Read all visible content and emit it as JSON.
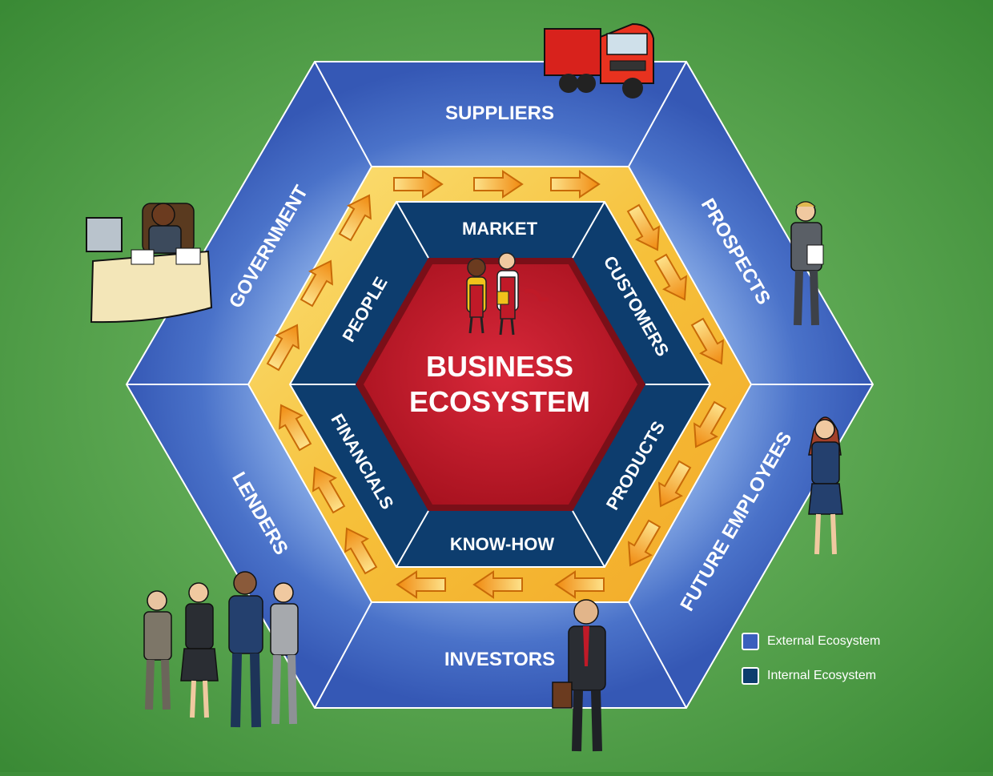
{
  "diagram": {
    "center": {
      "title_line1": "BUSINESS",
      "title_line2": "ECOSYSTEM"
    },
    "internal_segments": [
      "MARKET",
      "CUSTOMERS",
      "PRODUCTS",
      "KNOW-HOW",
      "FINANCIALS",
      "PEOPLE"
    ],
    "external_segments": [
      "SUPPLIERS",
      "PROSPECTS",
      "FUTURE EMPLOYEES",
      "INVESTORS",
      "LENDERS",
      "GOVERNMENT"
    ]
  },
  "legend": {
    "items": [
      {
        "label": "External Ecosystem",
        "color": "#3a5fbd"
      },
      {
        "label": "Internal Ecosystem",
        "color": "#0d3d6e"
      }
    ]
  },
  "colors": {
    "background": "#3f8f3a",
    "external": "#3a5fbd",
    "internal": "#0d3d6e",
    "center": "#c41e2e",
    "flow_ring": "#f6c03a",
    "arrow": "#f7a21b"
  }
}
